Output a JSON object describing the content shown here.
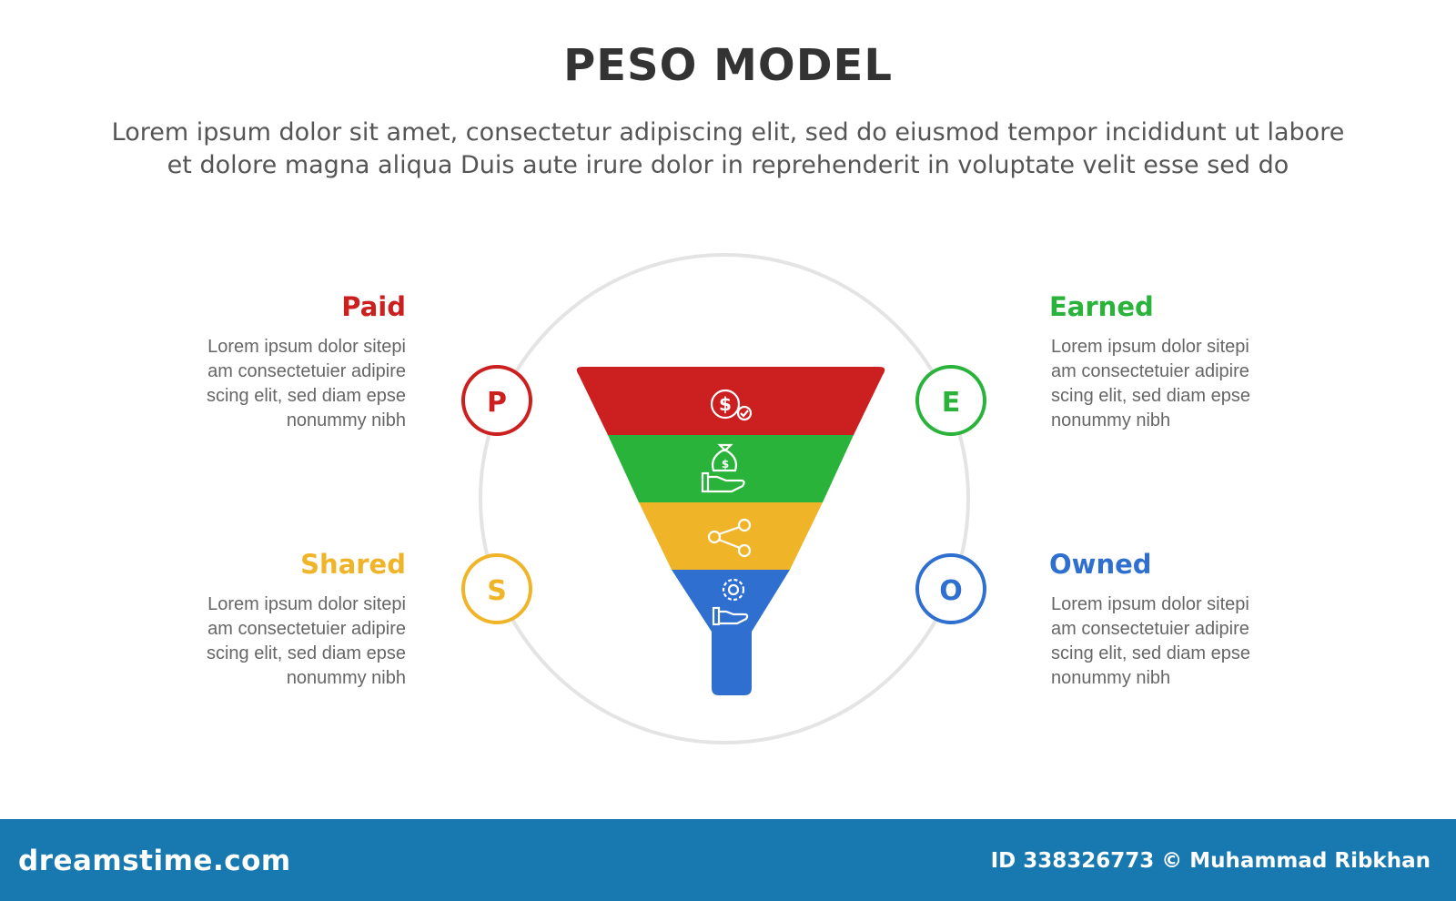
{
  "header": {
    "title": "PESO MODEL",
    "subtitle_line1": "Lorem ipsum dolor sit amet, consectetur adipiscing elit, sed do eiusmod tempor incididunt ut labore",
    "subtitle_line2": "et dolore magna aliqua Duis aute irure dolor in reprehenderit in voluptate velit esse sed do"
  },
  "items": {
    "paid": {
      "letter": "P",
      "title": "Paid",
      "text": "Lorem ipsum dolor sitepi\nam consectetuier adipire\nscing elit, sed diam epse\nnonummy nibh",
      "color": "#cc1f1f"
    },
    "earned": {
      "letter": "E",
      "title": "Earned",
      "text": "Lorem ipsum dolor sitepi\nam consectetuier adipire\nscing elit, sed diam epse\nnonummy nibh",
      "color": "#29b33a"
    },
    "shared": {
      "letter": "S",
      "title": "Shared",
      "text": "Lorem ipsum dolor sitepi\nam consectetuier adipire\nscing elit, sed diam epse\nnonummy nibh",
      "color": "#f0b429"
    },
    "owned": {
      "letter": "O",
      "title": "Owned",
      "text": "Lorem ipsum dolor sitepi\nam consectetuier adipire\nscing elit, sed diam epse\nnonummy nibh",
      "color": "#2f6fd0"
    }
  },
  "funnel": {
    "layers": [
      {
        "icon": "dollar-check-icon",
        "color": "#cc1f1f"
      },
      {
        "icon": "money-bag-hand-icon",
        "color": "#29b33a"
      },
      {
        "icon": "share-icon",
        "color": "#f0b429"
      },
      {
        "icon": "gear-hand-icon",
        "color": "#2f6fd0"
      }
    ]
  },
  "footer": {
    "brand": "dreamstime.com",
    "credit": "ID 338326773 © Muhammad Ribkhan"
  }
}
